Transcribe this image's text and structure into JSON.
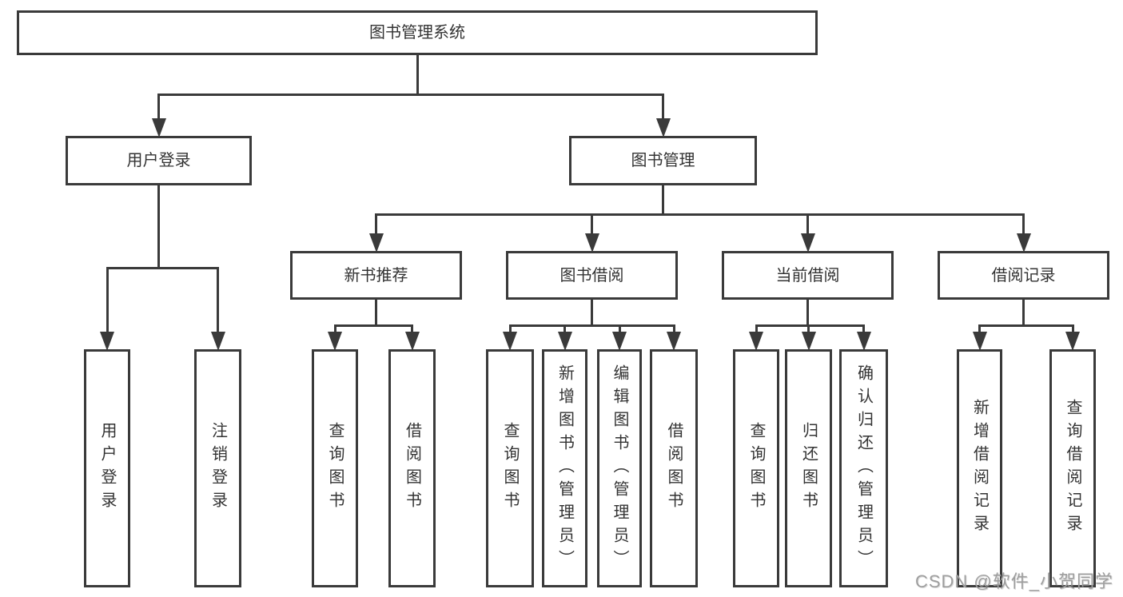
{
  "diagram_title": "图书管理系统",
  "tree": {
    "label": "图书管理系统",
    "children": [
      {
        "label": "用户登录",
        "children": [
          {
            "label": "用户登录"
          },
          {
            "label": "注销登录"
          }
        ]
      },
      {
        "label": "图书管理",
        "children": [
          {
            "label": "新书推荐",
            "children": [
              {
                "label": "查询图书"
              },
              {
                "label": "借阅图书"
              }
            ]
          },
          {
            "label": "图书借阅",
            "children": [
              {
                "label": "查询图书"
              },
              {
                "label": "新增图书（管理员）"
              },
              {
                "label": "编辑图书（管理员）"
              },
              {
                "label": "借阅图书"
              }
            ]
          },
          {
            "label": "当前借阅",
            "children": [
              {
                "label": "查询图书"
              },
              {
                "label": "归还图书"
              },
              {
                "label": "确认归还（管理员）"
              }
            ]
          },
          {
            "label": "借阅记录",
            "children": [
              {
                "label": "新增借阅记录"
              },
              {
                "label": "查询借阅记录"
              }
            ]
          }
        ]
      }
    ]
  },
  "watermark": "CSDN @软件_小贺同学",
  "colors": {
    "line": "#3a3a3a",
    "text": "#333333",
    "background": "#ffffff",
    "watermark": "#9e9e9e"
  }
}
